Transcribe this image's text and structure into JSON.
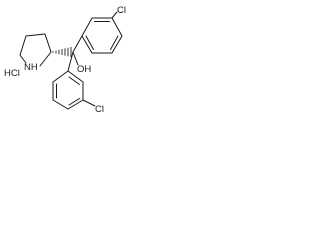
{
  "molecule": {
    "labels": {
      "nh": "NH",
      "hcl": "HCl",
      "oh": "OH",
      "cl_top": "Cl",
      "cl_bottom": "Cl"
    }
  }
}
